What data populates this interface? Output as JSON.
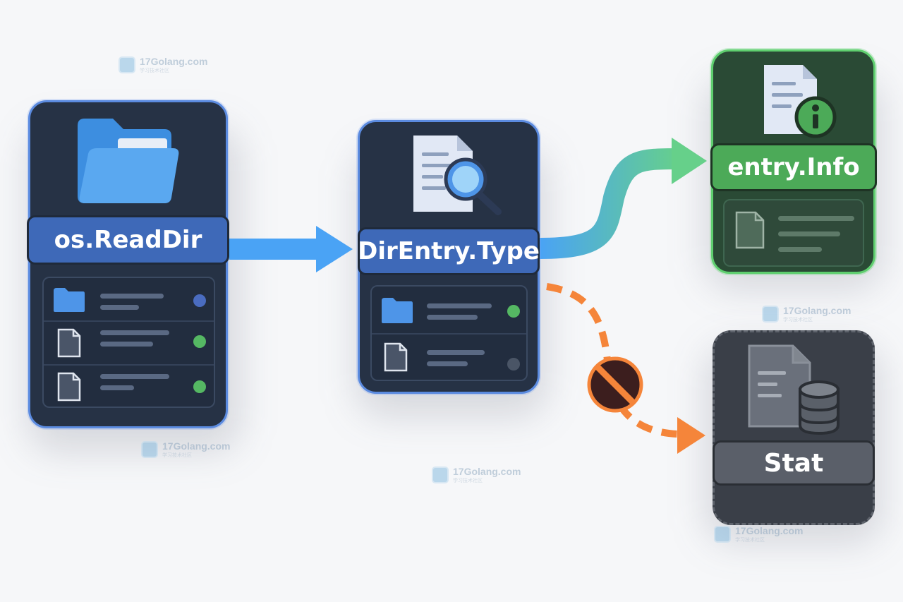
{
  "nodes": {
    "readdir": {
      "label": "os.ReadDir"
    },
    "direntry_type": {
      "label": "DirEntry.Type"
    },
    "entry_info": {
      "label": "entry.Info"
    },
    "stat": {
      "label": "Stat"
    }
  },
  "watermark": {
    "text": "17Golang.com",
    "subtext": "学习技术社区"
  },
  "colors": {
    "card_blue": "#263245",
    "border_blue": "#5b8be0",
    "pill_blue": "#3e69b8",
    "card_green": "#2a4a35",
    "pill_green": "#4caa58",
    "card_gray": "#3a3f48",
    "arrow_blue": "#4aa3f5",
    "arrow_green": "#66d08a",
    "dashed_orange": "#f5853a",
    "blocked_red": "#3c1e1e",
    "status_blue": "#4a6cc0",
    "status_green": "#55b863",
    "status_gray": "#4a5566"
  },
  "icons": [
    "folder-icon",
    "document-search-icon",
    "document-info-icon",
    "document-database-icon",
    "file-icon",
    "blocked-icon"
  ]
}
